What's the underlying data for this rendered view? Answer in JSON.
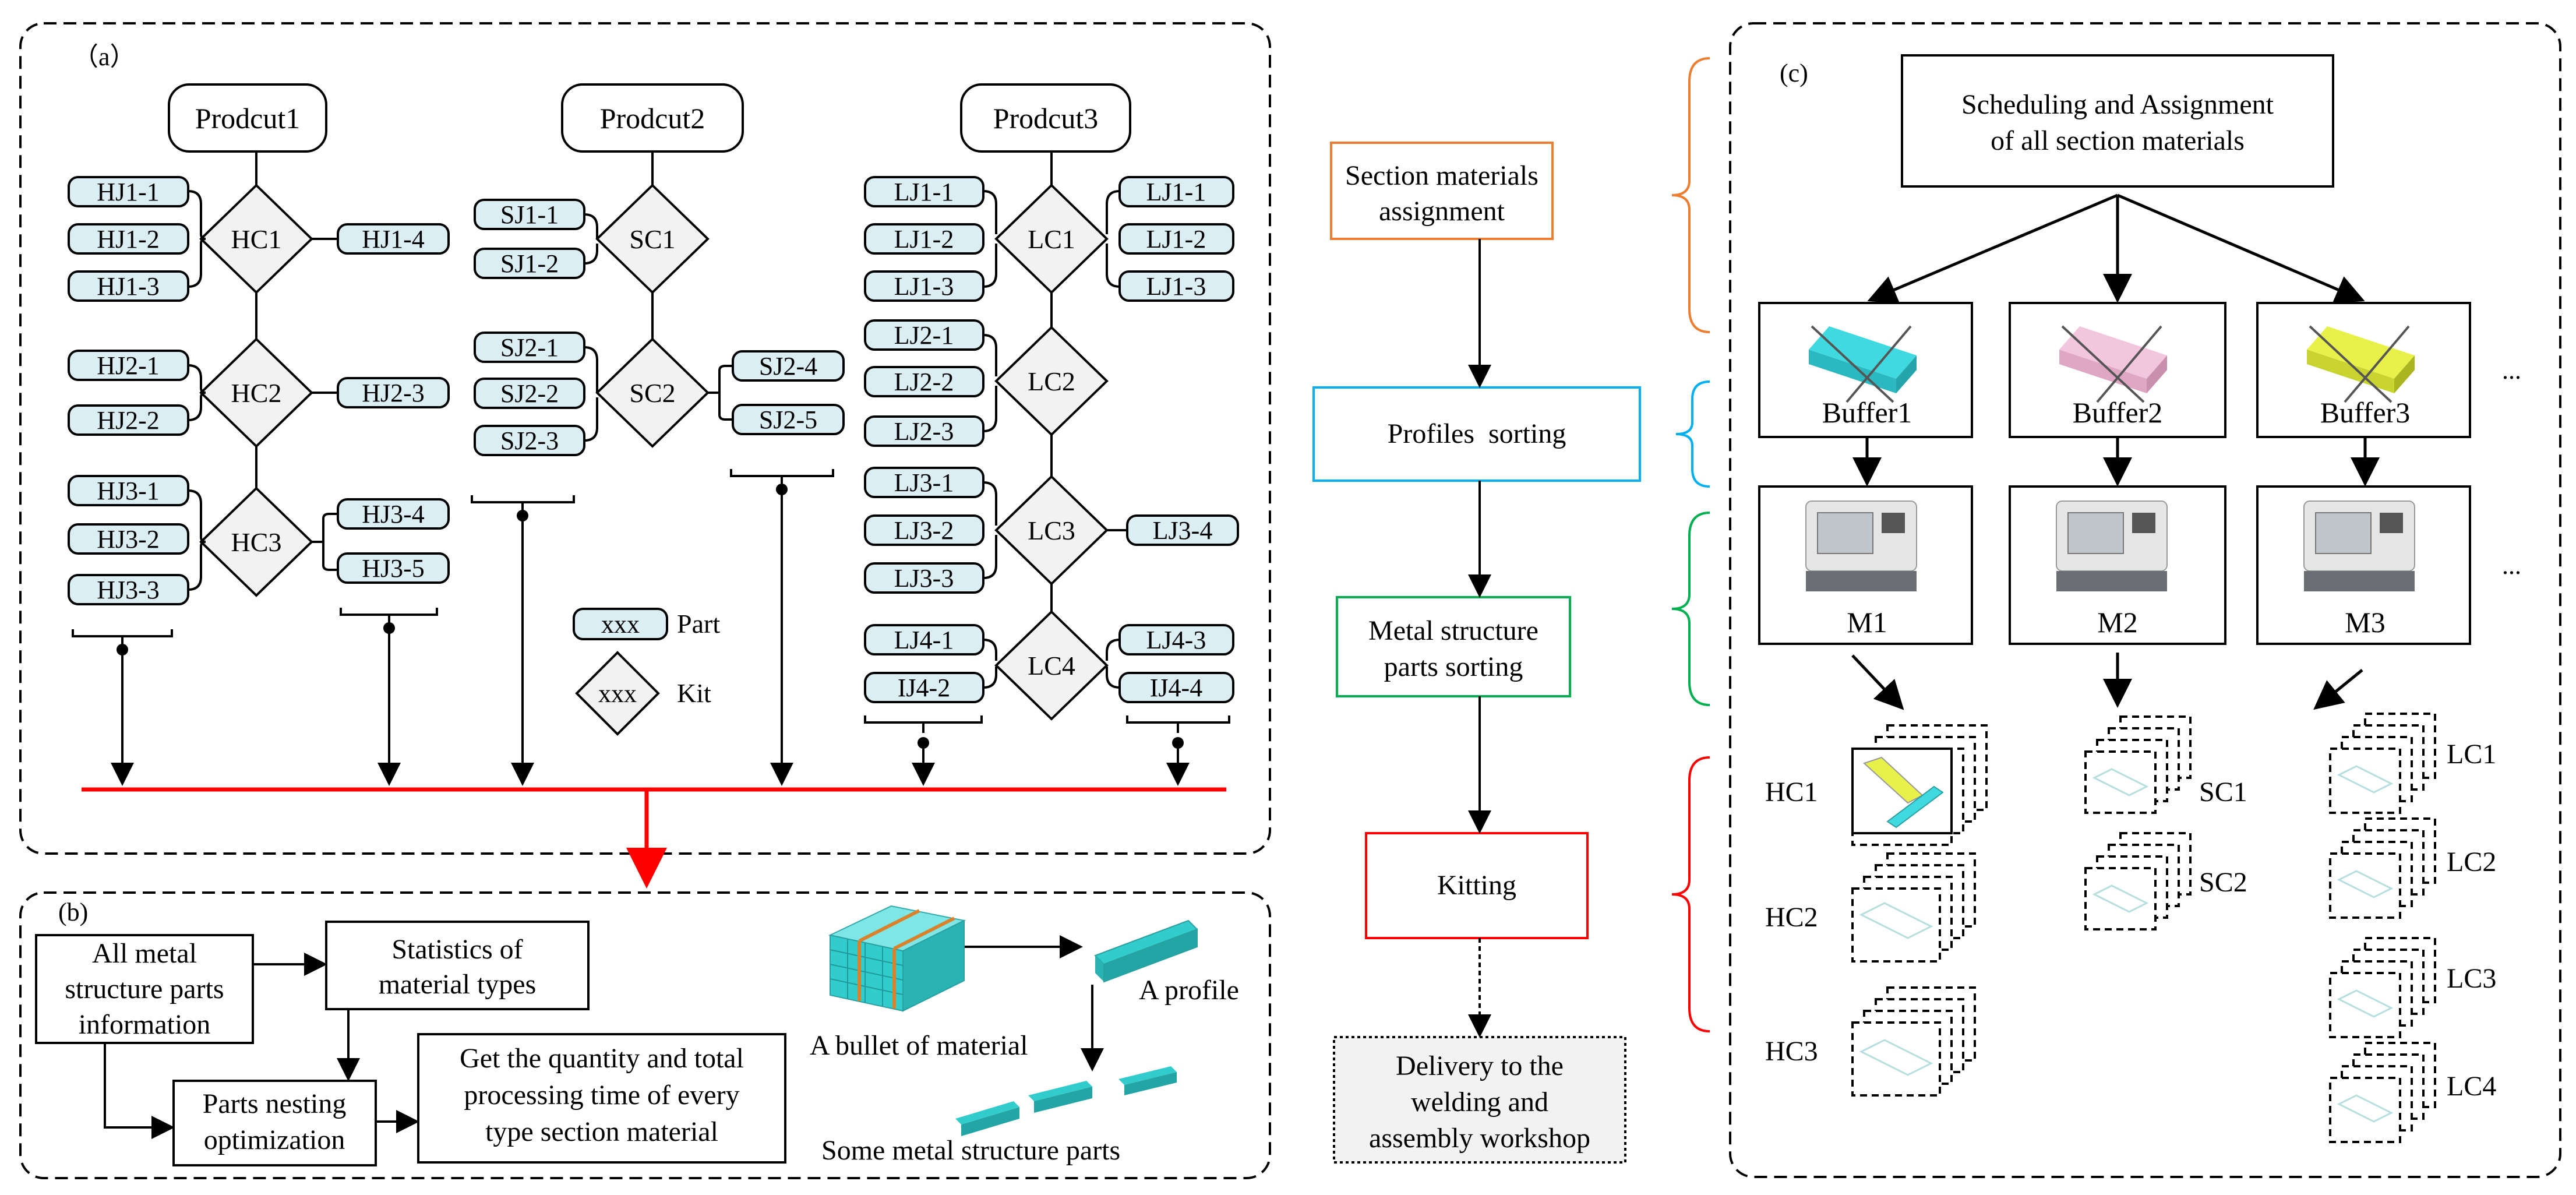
{
  "panel_a": {
    "label": "（a）",
    "products": [
      "Prodcut1",
      "Prodcut2",
      "Prodcut3"
    ],
    "kits": {
      "hc1": "HC1",
      "hc2": "HC2",
      "hc3": "HC3",
      "sc1": "SC1",
      "sc2": "SC2",
      "lc1": "LC1",
      "lc2": "LC2",
      "lc3": "LC3",
      "lc4": "LC4"
    },
    "parts": {
      "hj1_1": "HJ1-1",
      "hj1_2": "HJ1-2",
      "hj1_3": "HJ1-3",
      "hj1_4": "HJ1-4",
      "hj2_1": "HJ2-1",
      "hj2_2": "HJ2-2",
      "hj2_3": "HJ2-3",
      "hj3_1": "HJ3-1",
      "hj3_2": "HJ3-2",
      "hj3_3": "HJ3-3",
      "hj3_4": "HJ3-4",
      "hj3_5": "HJ3-5",
      "sj1_1": "SJ1-1",
      "sj1_2": "SJ1-2",
      "sj2_1": "SJ2-1",
      "sj2_2": "SJ2-2",
      "sj2_3": "SJ2-3",
      "sj2_4": "SJ2-4",
      "sj2_5": "SJ2-5",
      "lj1_1a": "LJ1-1",
      "lj1_2a": "LJ1-2",
      "lj1_3a": "LJ1-3",
      "lj1_1b": "LJ1-1",
      "lj1_2b": "LJ1-2",
      "lj1_3b": "LJ1-3",
      "lj2_1": "LJ2-1",
      "lj2_2": "LJ2-2",
      "lj2_3": "LJ2-3",
      "lj3_1": "LJ3-1",
      "lj3_2": "LJ3-2",
      "lj3_3": "LJ3-3",
      "lj3_4": "LJ3-4",
      "lj4_1": "LJ4-1",
      "lj4_2": "IJ4-2",
      "lj4_3": "LJ4-3",
      "lj4_4": "IJ4-4"
    },
    "legend": {
      "symbol": "xxx",
      "part": "Part",
      "kit": "Kit"
    }
  },
  "panel_b": {
    "label": "(b)",
    "all_parts": [
      "All metal",
      "structure parts",
      "information"
    ],
    "statistics": [
      "Statistics of",
      "material types"
    ],
    "nesting": [
      "Parts nesting",
      "optimization"
    ],
    "result": [
      "Get the quantity and total",
      "processing time of every",
      "type section material"
    ],
    "bullet_caption": "A bullet of material",
    "profile_caption": "A profile",
    "parts_caption": "Some metal structure parts"
  },
  "flow": {
    "step1": [
      "Section materials",
      "assignment"
    ],
    "step2": "Profiles  sorting",
    "step3": [
      "Metal structure",
      "parts sorting"
    ],
    "step4": "Kitting",
    "step5": [
      "Delivery to the",
      "welding and",
      "assembly workshop"
    ]
  },
  "panel_c": {
    "label": "(c)",
    "scheduler": [
      "Scheduling and Assignment",
      "of all section materials"
    ],
    "buffers": [
      "Buffer1",
      "Buffer2",
      "Buffer3"
    ],
    "machines": [
      "M1",
      "M2",
      "M3"
    ],
    "ellipsis": "...",
    "kit_labels": [
      "HC1",
      "HC2",
      "HC3",
      "SC1",
      "SC2",
      "LC1",
      "LC2",
      "LC3",
      "LC4"
    ]
  },
  "colors": {
    "part_fill": "#dbeef4",
    "kit_fill": "#f2f2f2",
    "bus": "#ff0000",
    "orange": "#ed7d31",
    "blue": "#00b0f0",
    "green": "#00b050",
    "red": "#ff0000",
    "cyan": "#33cccc"
  }
}
